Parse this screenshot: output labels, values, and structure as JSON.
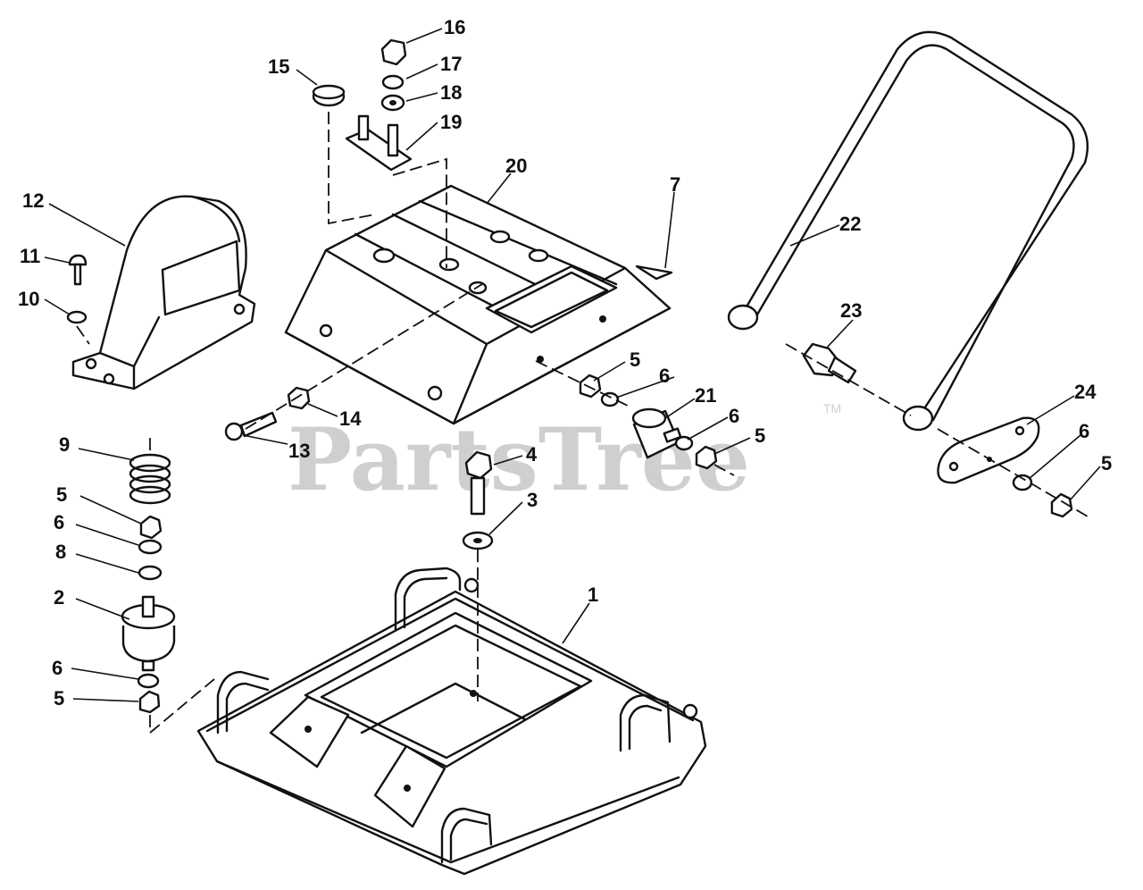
{
  "diagram": {
    "watermark": "PartsTree",
    "watermark_mark": "TM",
    "callouts": {
      "p1": "1",
      "p2": "2",
      "p3": "3",
      "p4": "4",
      "p5a": "5",
      "p5b": "5",
      "p5c": "5",
      "p5d": "5",
      "p5e": "5",
      "p6a": "6",
      "p6b": "6",
      "p6c": "6",
      "p6d": "6",
      "p6e": "6",
      "p7": "7",
      "p8": "8",
      "p9": "9",
      "p10": "10",
      "p11": "11",
      "p12": "12",
      "p13": "13",
      "p14": "14",
      "p15": "15",
      "p16": "16",
      "p17": "17",
      "p18": "18",
      "p19": "19",
      "p20": "20",
      "p21": "21",
      "p22": "22",
      "p23": "23",
      "p24": "24"
    }
  }
}
